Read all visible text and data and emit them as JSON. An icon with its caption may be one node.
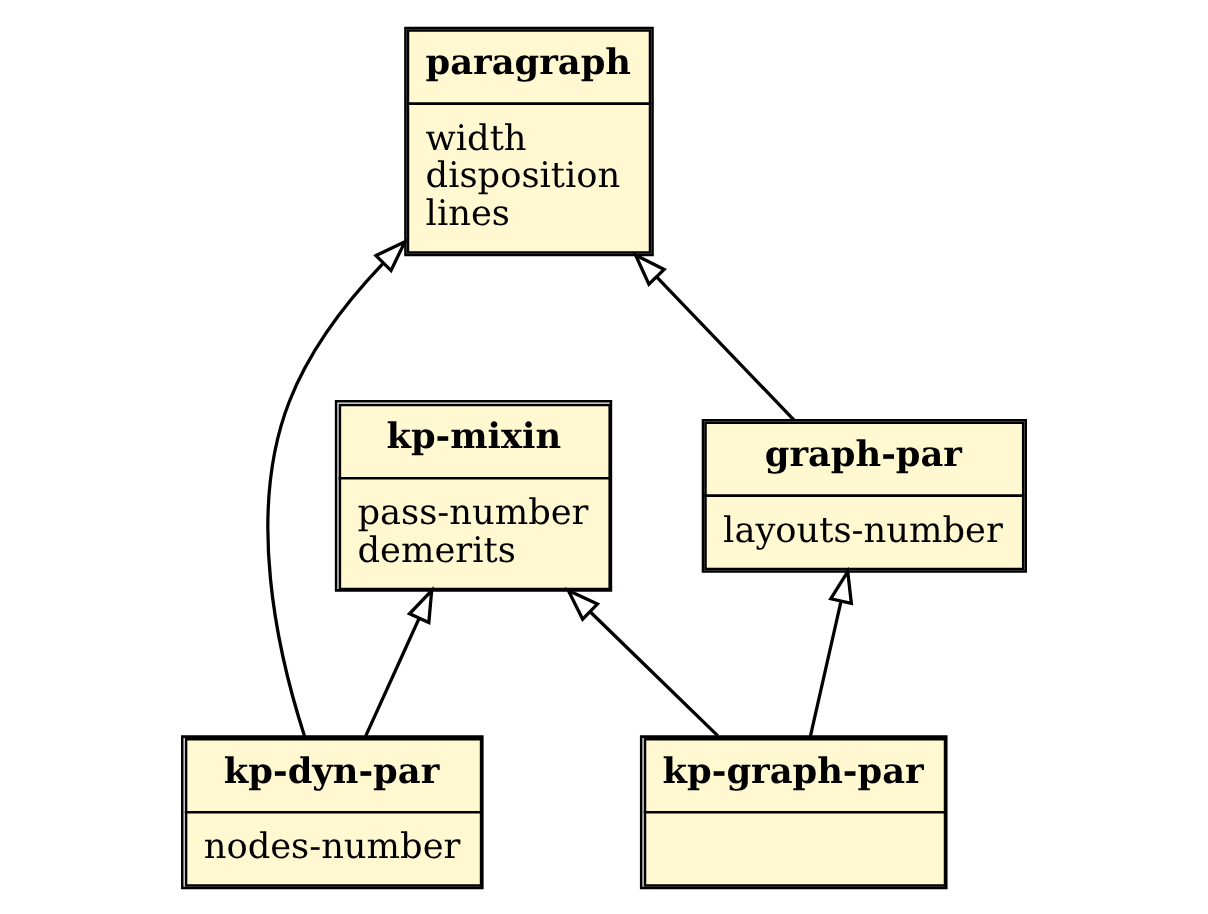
{
  "diagram": {
    "nodes": [
      {
        "text": [
          "kp-mixin",
          "pass-number",
          "demerits"
        ]
      },
      {
        "text": [
          "paragraph",
          "width",
          "disposition",
          "lines"
        ]
      },
      {
        "text": [
          "graph-par",
          "layouts-number"
        ]
      },
      {
        "text": [
          "kp-dyn-par",
          "nodes-number"
        ]
      },
      {
        "text": [
          "kp-graph-par"
        ]
      }
    ],
    "edges": [
      {
        "from": 3,
        "to": 0,
        "arrow": "to"
      },
      {
        "from": 3,
        "to": 1,
        "arrow": "to"
      },
      {
        "from": 4,
        "to": 0,
        "arrow": "to"
      },
      {
        "from": 4,
        "to": 2,
        "arrow": "to"
      },
      {
        "from": 2,
        "to": 1,
        "arrow": "to"
      }
    ]
  }
}
